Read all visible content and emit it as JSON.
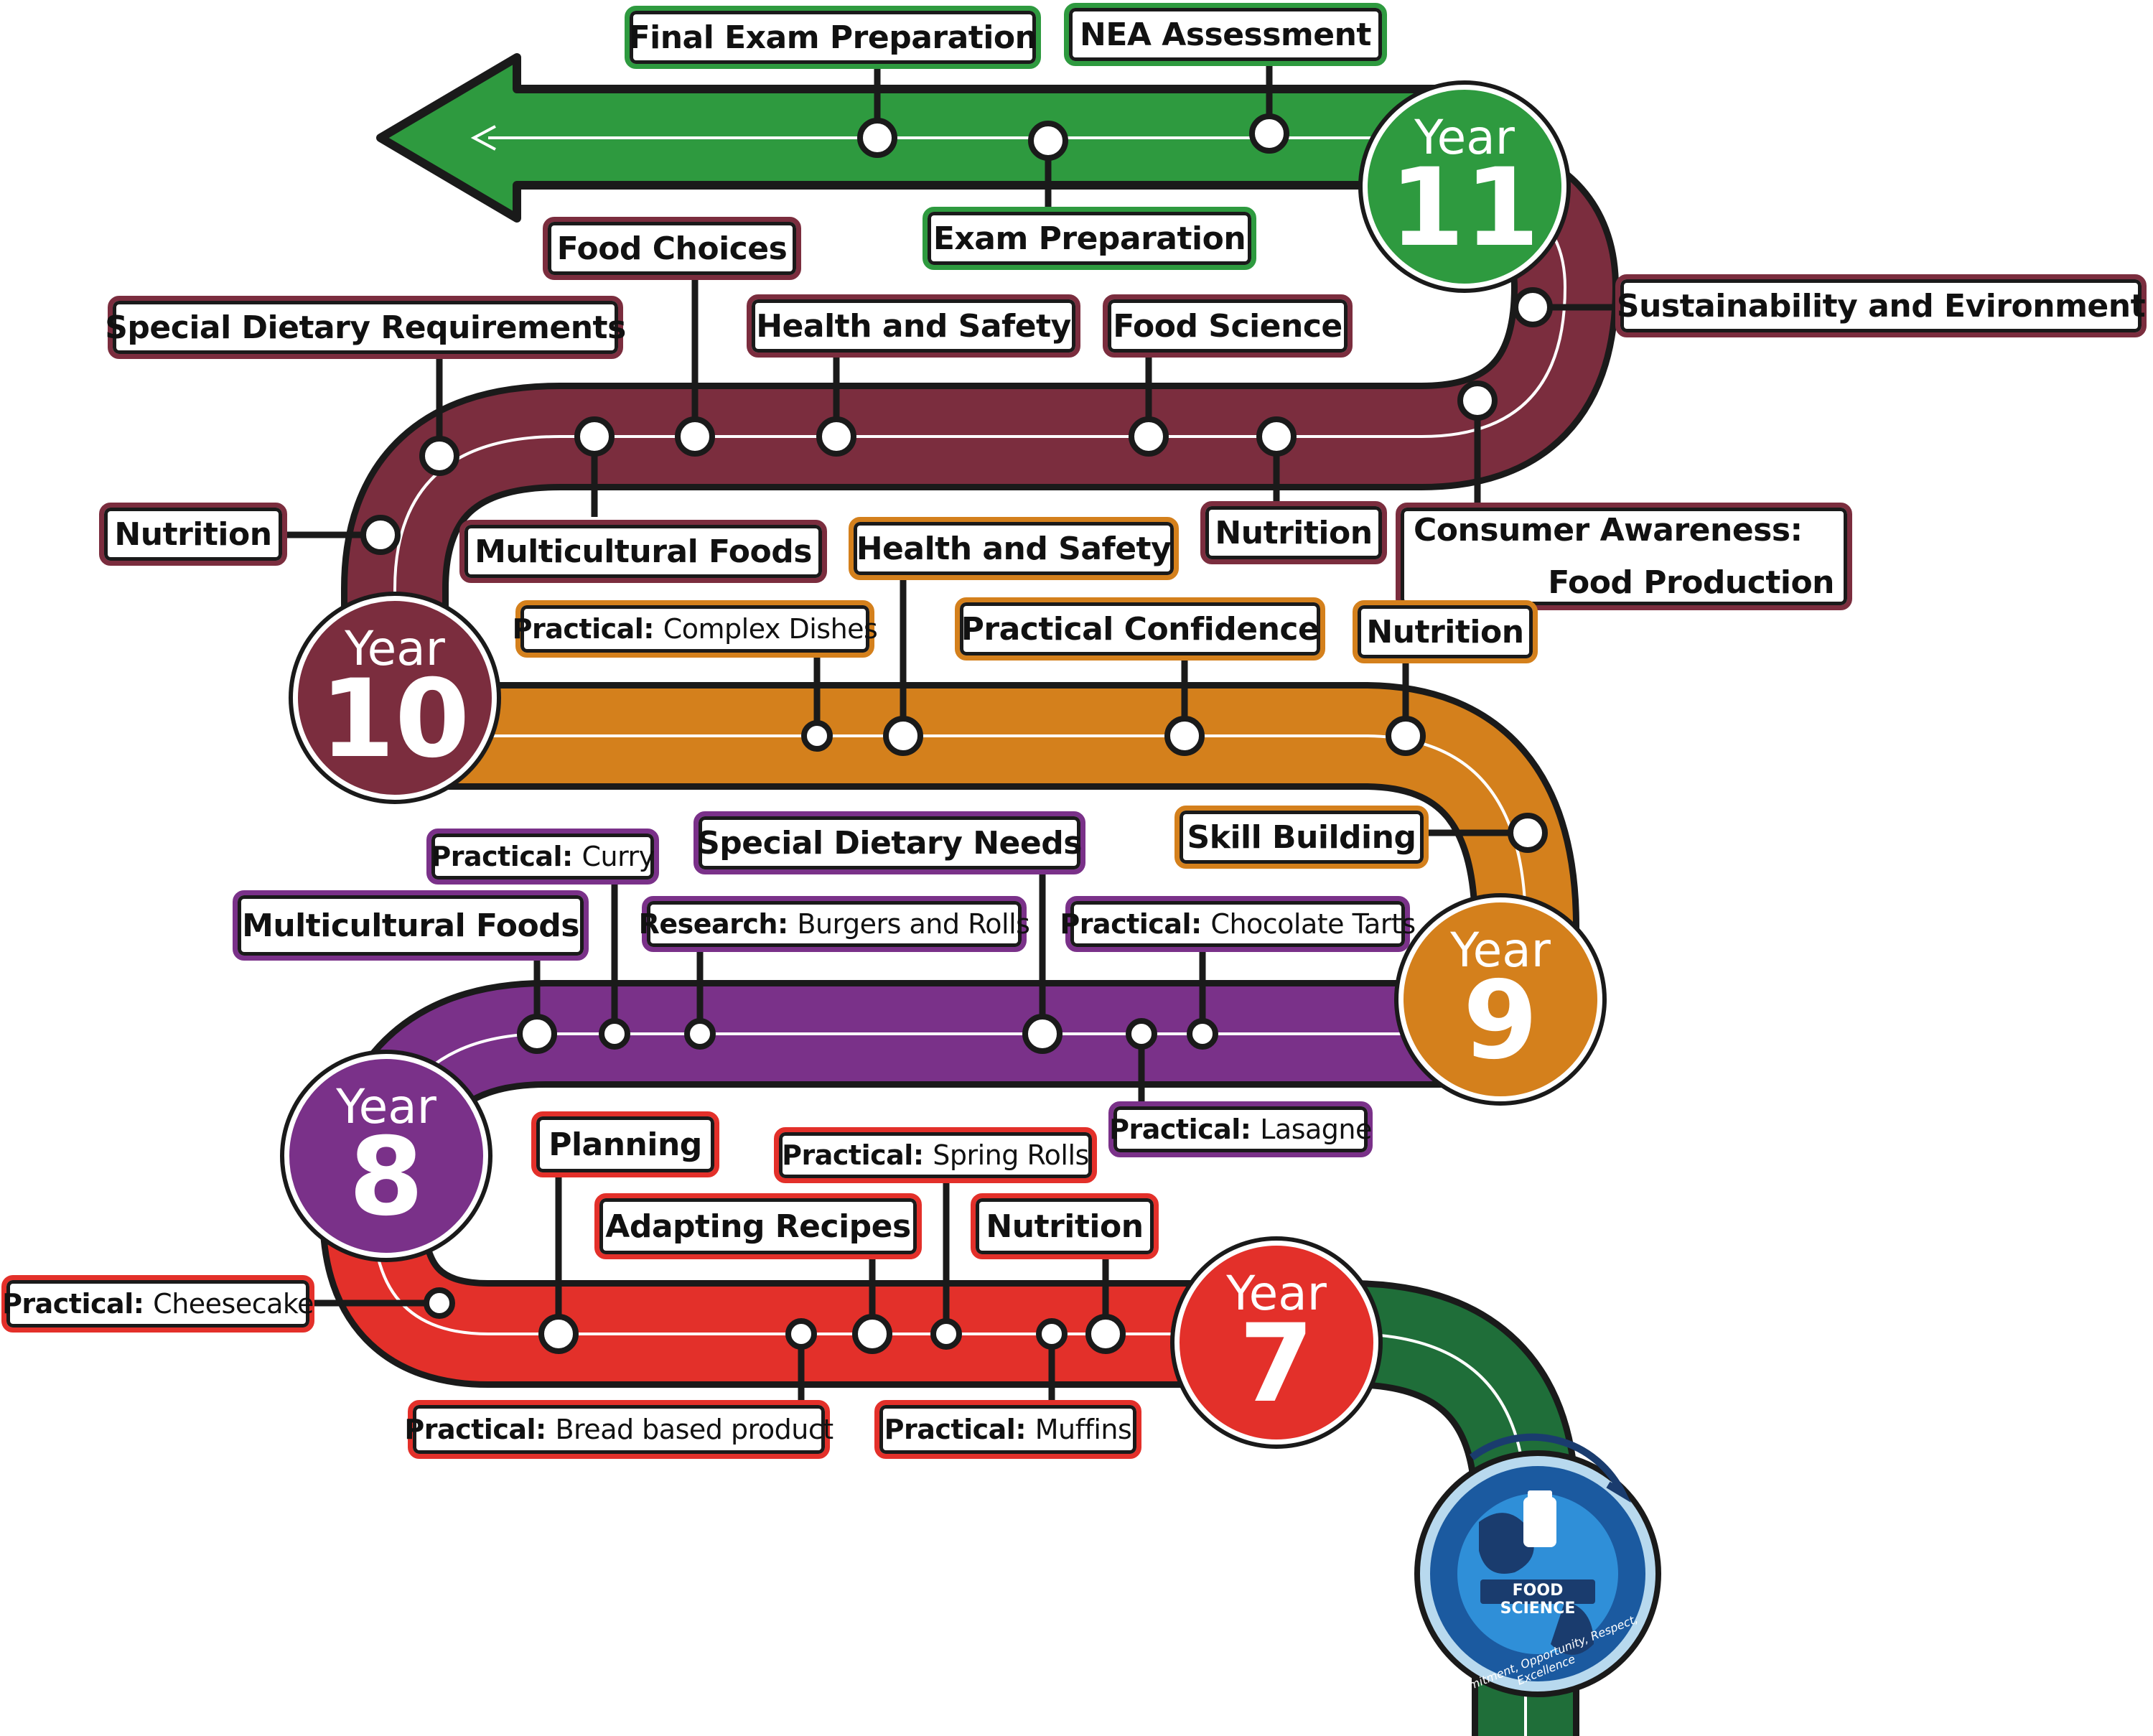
{
  "colors": {
    "year7": "#e3302a",
    "year8": "#7a3189",
    "year9": "#d4801c",
    "year10": "#7b2d3e",
    "year11": "#2e9a3f",
    "start": "#1f6e39",
    "outline": "#1a1a1a"
  },
  "years": [
    {
      "word": "Year",
      "number": "11"
    },
    {
      "word": "Year",
      "number": "10"
    },
    {
      "word": "Year",
      "number": "9"
    },
    {
      "word": "Year",
      "number": "8"
    },
    {
      "word": "Year",
      "number": "7"
    }
  ],
  "year11": {
    "final_exam": "Final Exam Preparation",
    "nea": "NEA Assessment",
    "exam_prep": "Exam Preparation"
  },
  "year10": {
    "food_choices": "Food Choices",
    "special_dietary": "Special Dietary Requirements",
    "health_safety": "Health and Safety",
    "food_science": "Food Science",
    "sustainability": "Sustainability and Evironment",
    "nutrition_left": "Nutrition",
    "multicultural": "Multicultural Foods",
    "nutrition_right": "Nutrition",
    "consumer_line1": "Consumer Awareness:",
    "consumer_line2": "Food Production"
  },
  "year9": {
    "practical_key": "Practical:",
    "complex_dishes": "Complex Dishes",
    "health_safety": "Health and Safety",
    "practical_confidence": "Practical Confidence",
    "nutrition": "Nutrition",
    "skill_building": "Skill Building"
  },
  "year8": {
    "practical_key": "Practical:",
    "curry": "Curry",
    "special_dietary_needs": "Special Dietary Needs",
    "multicultural": "Multicultural Foods",
    "research_key": "Research:",
    "burgers": "Burgers and Rolls",
    "chocolate_tarts": "Chocolate Tarts",
    "lasagne": "Lasagne"
  },
  "year7": {
    "practical_key": "Practical:",
    "planning": "Planning",
    "spring_rolls": "Spring Rolls",
    "adapting": "Adapting Recipes",
    "nutrition": "Nutrition",
    "cheesecake": "Cheesecake",
    "bread": "Bread based product",
    "muffins": "Muffins"
  },
  "badge": {
    "title": "FOOD SCIENCE",
    "motto": "Commitment, Opportunity, Respect, Excellence"
  }
}
